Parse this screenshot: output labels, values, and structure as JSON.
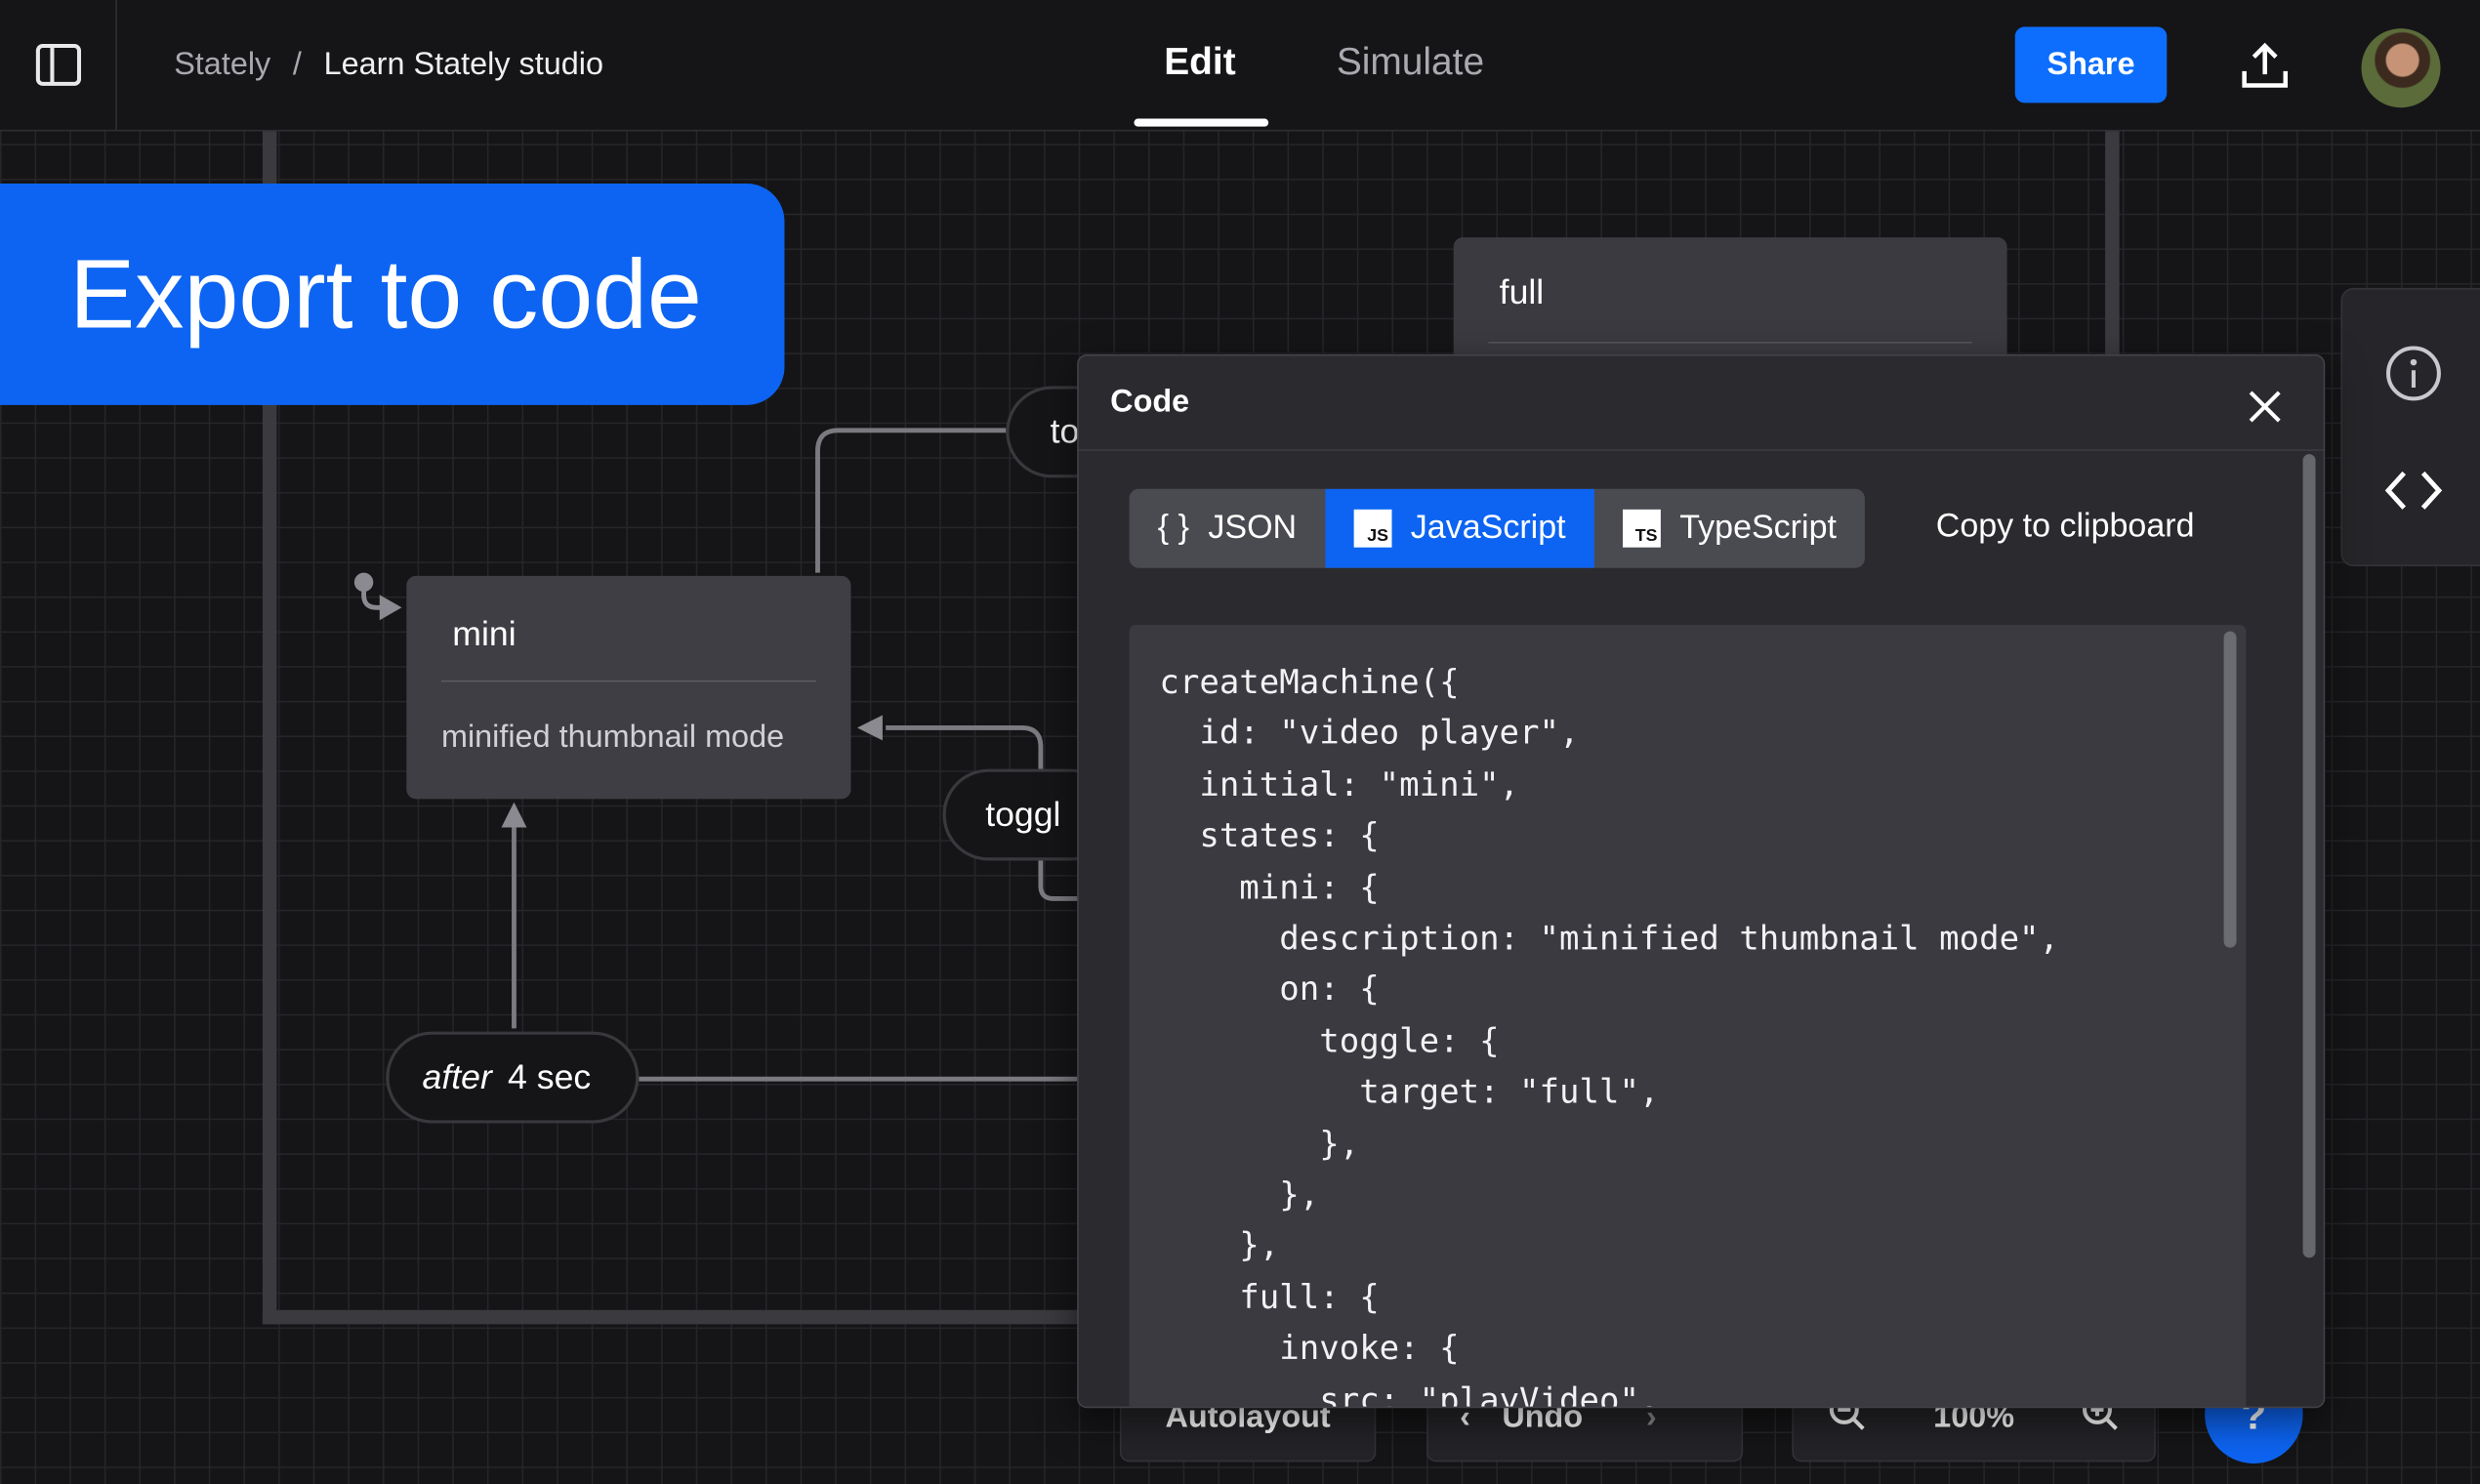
{
  "header": {
    "breadcrumb_root": "Stately",
    "breadcrumb_sep": "/",
    "project_title": "Learn Stately studio",
    "tabs": [
      {
        "label": "Edit",
        "active": true
      },
      {
        "label": "Simulate",
        "active": false
      }
    ],
    "share_label": "Share"
  },
  "banner": {
    "text": "Export to code"
  },
  "canvas": {
    "states": {
      "full": {
        "name": "full"
      },
      "mini": {
        "name": "mini",
        "description": "minified thumbnail mode"
      }
    },
    "events": {
      "to_partial": "to",
      "toggle_partial": "toggl",
      "after_keyword": "after",
      "after_value": "4 sec"
    }
  },
  "toolbar": {
    "autolayout": "Autolayout",
    "undo": "Undo",
    "zoom": "100%",
    "help": "?"
  },
  "code_dialog": {
    "title": "Code",
    "formats": [
      {
        "label": "JSON",
        "icon": "braces-icon",
        "active": false
      },
      {
        "label": "JavaScript",
        "icon": "js-icon",
        "badge": "JS",
        "active": true
      },
      {
        "label": "TypeScript",
        "icon": "ts-icon",
        "badge": "TS",
        "active": false
      }
    ],
    "json_glyph": "{ }",
    "copy_label": "Copy to clipboard",
    "code": "createMachine({\n  id: \"video player\",\n  initial: \"mini\",\n  states: {\n    mini: {\n      description: \"minified thumbnail mode\",\n      on: {\n        toggle: {\n          target: \"full\",\n        },\n      },\n    },\n    full: {\n      invoke: {\n        src: \"playVideo\","
  },
  "colors": {
    "accent": "#0d64f2",
    "share": "#0d6efd",
    "background": "#151517",
    "dialog": "#2b2b2f",
    "state_node": "#3e3e44"
  }
}
